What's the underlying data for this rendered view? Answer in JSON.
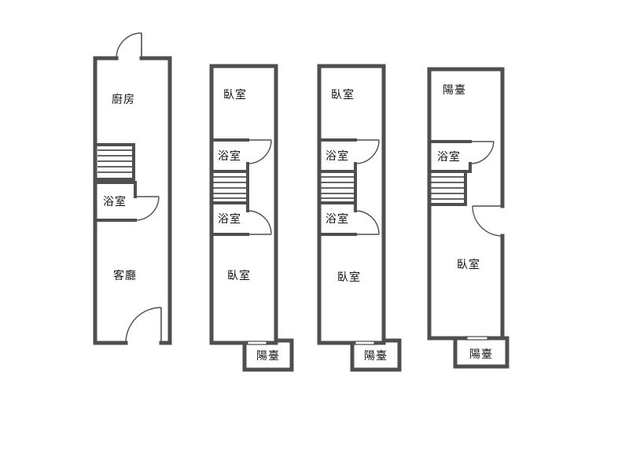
{
  "colors": {
    "wall": "#4f4f4f",
    "text": "#141414",
    "bg": "#ffffff"
  },
  "floors": [
    {
      "rooms": [
        "廚房",
        "浴室",
        "客廳"
      ]
    },
    {
      "rooms": [
        "臥室",
        "浴室",
        "浴室",
        "臥室",
        "陽臺"
      ]
    },
    {
      "rooms": [
        "臥室",
        "浴室",
        "浴室",
        "臥室",
        "陽臺"
      ]
    },
    {
      "rooms": [
        "陽臺",
        "浴室",
        "臥室",
        "陽臺"
      ]
    }
  ]
}
